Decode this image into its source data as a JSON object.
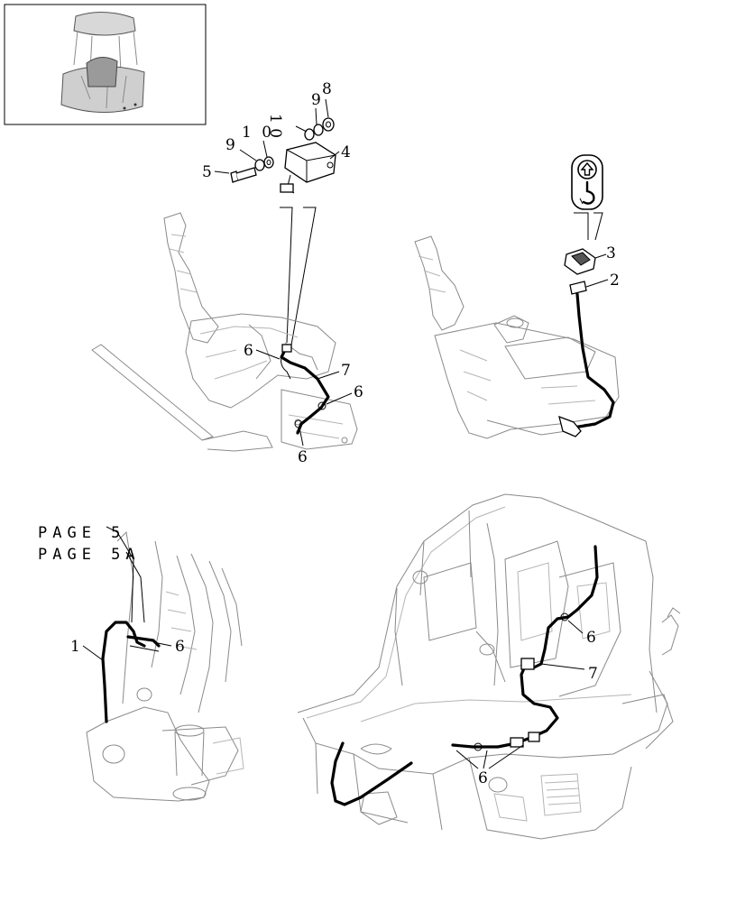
{
  "labels": {
    "c1": "1",
    "c2": "2",
    "c3": "3",
    "c4": "4",
    "c5": "5",
    "c6": "6",
    "c7": "7",
    "c8": "8",
    "c9": "9",
    "c10": "1 0"
  },
  "page_refs": {
    "page5": "PAGE 5",
    "page5a": "PAGE 5A"
  },
  "icons": {
    "lift_symbol": "hook-up-arrow-icon"
  }
}
